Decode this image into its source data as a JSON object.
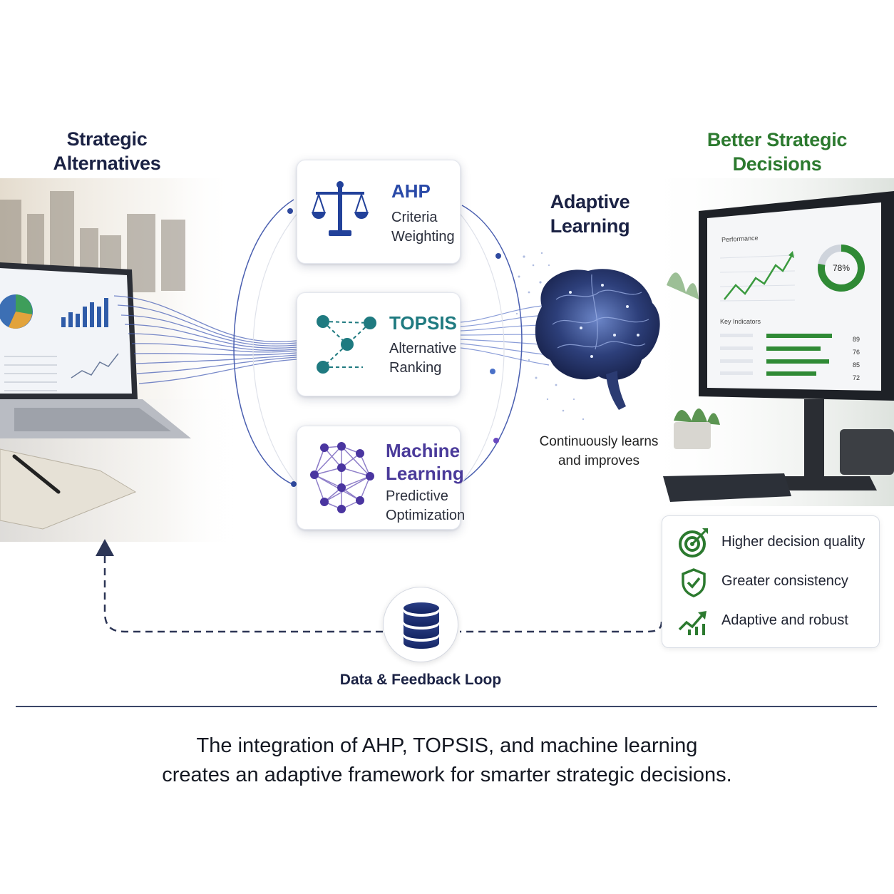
{
  "headings": {
    "left_line1": "Strategic",
    "left_line2": "Alternatives",
    "right_line1": "Better Strategic",
    "right_line2": "Decisions",
    "mid_line1": "Adaptive",
    "mid_line2": "Learning"
  },
  "methods": [
    {
      "title": "AHP",
      "sub1": "Criteria",
      "sub2": "Weighting",
      "icon": "scale-icon",
      "color": "#2a4aa8"
    },
    {
      "title": "TOPSIS",
      "sub1": "Alternative",
      "sub2": "Ranking",
      "icon": "ranking-nodes-icon",
      "color": "#1f7a80"
    },
    {
      "title_line1": "Machine",
      "title_line2": "Learning",
      "sub1": "Predictive",
      "sub2": "Optimization",
      "icon": "neural-network-icon",
      "color": "#4a3a9a"
    }
  ],
  "brain": {
    "icon": "brain-icon",
    "caption_line1": "Continuously learns",
    "caption_line2": "and improves"
  },
  "laptop_screen": {
    "icon": "laptop-icon"
  },
  "monitor_screen": {
    "icon": "monitor-icon",
    "performance_label": "Performance",
    "donut_value": "78%",
    "donut_fraction": 0.78,
    "indicators_label": "Key Indicators",
    "indicator_values": [
      "89",
      "76",
      "85",
      "72"
    ]
  },
  "benefits": [
    {
      "label": "Higher decision quality",
      "icon": "target-icon"
    },
    {
      "label": "Greater consistency",
      "icon": "shield-check-icon"
    },
    {
      "label": "Adaptive and robust",
      "icon": "trend-up-icon"
    }
  ],
  "feedback": {
    "label": "Data & Feedback Loop",
    "icon": "database-icon"
  },
  "summary": {
    "line1": "The integration of AHP, TOPSIS, and machine learning",
    "line2": "creates an adaptive framework for smarter strategic decisions."
  },
  "colors": {
    "navy": "#1b2244",
    "green": "#2c7a2f",
    "blue": "#2a4aa8",
    "teal": "#1f7a80",
    "purple": "#4a3a9a"
  }
}
